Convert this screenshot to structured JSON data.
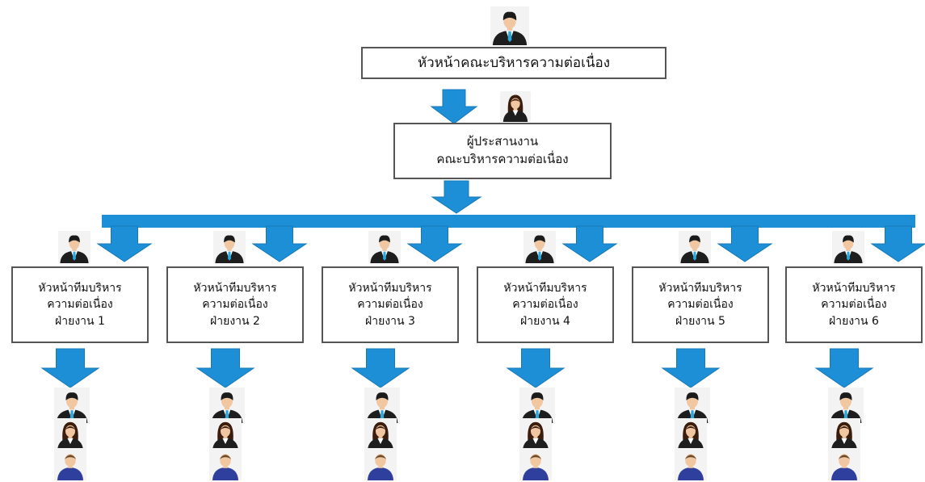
{
  "colors": {
    "arrow": "#1c8fd6",
    "arrow_edge": "#1878b8",
    "bar": "#1c8fd6",
    "box_border": "#555555",
    "suit": "#1e1e1e",
    "tie": "#2aa8dc",
    "skin": "#f1c7a2",
    "hair": "#1b1b1b",
    "female_hair": "#3a1d0c",
    "worker_shirt": "#2e3f9e"
  },
  "icons": {
    "leader": "businessman-icon",
    "coordinator": "businesswoman-icon",
    "staff": [
      "businessman-icon",
      "businesswoman-icon",
      "worker-icon"
    ]
  },
  "top": {
    "title": "หัวหน้าคณะบริหารความต่อเนื่อง"
  },
  "coordinator": {
    "line1": "ผู้ประสานงาน",
    "line2": "คณะบริหารความต่อเนื่อง"
  },
  "teams": [
    {
      "line1": "หัวหน้าทีมบริหาร",
      "line2": "ความต่อเนื่อง",
      "line3": "ฝ่ายงาน 1"
    },
    {
      "line1": "หัวหน้าทีมบริหาร",
      "line2": "ความต่อเนื่อง",
      "line3": "ฝ่ายงาน 2"
    },
    {
      "line1": "หัวหน้าทีมบริหาร",
      "line2": "ความต่อเนื่อง",
      "line3": "ฝ่ายงาน 3"
    },
    {
      "line1": "หัวหน้าทีมบริหาร",
      "line2": "ความต่อเนื่อง",
      "line3": "ฝ่ายงาน 4"
    },
    {
      "line1": "หัวหน้าทีมบริหาร",
      "line2": "ความต่อเนื่อง",
      "line3": "ฝ่ายงาน 5"
    },
    {
      "line1": "หัวหน้าทีมบริหาร",
      "line2": "ความต่อเนื่อง",
      "line3": "ฝ่ายงาน 6"
    }
  ]
}
